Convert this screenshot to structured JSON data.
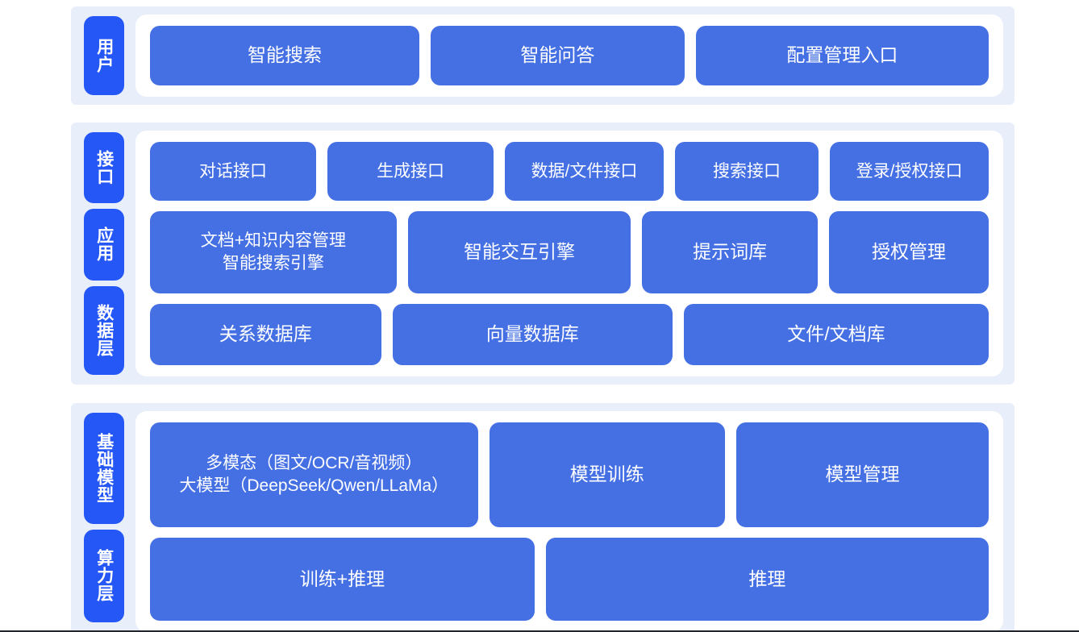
{
  "theme": {
    "page_background": "#ffffff",
    "section_background": "#e9effa",
    "card_background": "#ffffff",
    "tab_color": "#2556f6",
    "box_color": "#4570e4",
    "text_color": "#ffffff"
  },
  "sections": [
    {
      "id": "user-section",
      "tabs": [
        {
          "label": "用户"
        }
      ],
      "rows": [
        {
          "id": "user-row",
          "boxes": [
            {
              "label": "智能搜索",
              "flex": 33
            },
            {
              "label": "智能问答",
              "flex": 31
            },
            {
              "label": "配置管理入口",
              "flex": 36
            }
          ]
        }
      ]
    },
    {
      "id": "platform-section",
      "tabs": [
        {
          "label": "接口"
        },
        {
          "label": "应用"
        },
        {
          "label": "数据层"
        }
      ],
      "rows": [
        {
          "id": "interface-row",
          "boxes": [
            {
              "label": "对话接口",
              "flex": 21
            },
            {
              "label": "生成接口",
              "flex": 21
            },
            {
              "label": "数据/文件接口",
              "flex": 20
            },
            {
              "label": "搜索接口",
              "flex": 18
            },
            {
              "label": "登录/授权接口",
              "flex": 20
            }
          ]
        },
        {
          "id": "application-row",
          "boxes": [
            {
              "label": "文档+知识内容管理\n智能搜索引擎",
              "flex": 30,
              "style": "two-line"
            },
            {
              "label": "智能交互引擎",
              "flex": 27
            },
            {
              "label": "提示词库",
              "flex": 21
            },
            {
              "label": "授权管理",
              "flex": 19
            }
          ]
        },
        {
          "id": "data-row",
          "boxes": [
            {
              "label": "关系数据库",
              "flex": 27
            },
            {
              "label": "向量数据库",
              "flex": 33
            },
            {
              "label": "文件/文档库",
              "flex": 36
            }
          ]
        }
      ]
    },
    {
      "id": "infrastructure-section",
      "tabs": [
        {
          "label": "基础模型"
        },
        {
          "label": "算力层"
        }
      ],
      "rows": [
        {
          "id": "model-row",
          "boxes": [
            {
              "label": "多模态（图文/OCR/音视频）\n大模型（DeepSeek/Qwen/LLaMa）",
              "flex": 38,
              "style": "two-line"
            },
            {
              "label": "模型训练",
              "flex": 27
            },
            {
              "label": "模型管理",
              "flex": 29
            }
          ]
        },
        {
          "id": "compute-row",
          "boxes": [
            {
              "label": "训练+推理",
              "flex": 45
            },
            {
              "label": "推理",
              "flex": 52
            }
          ]
        }
      ]
    }
  ]
}
